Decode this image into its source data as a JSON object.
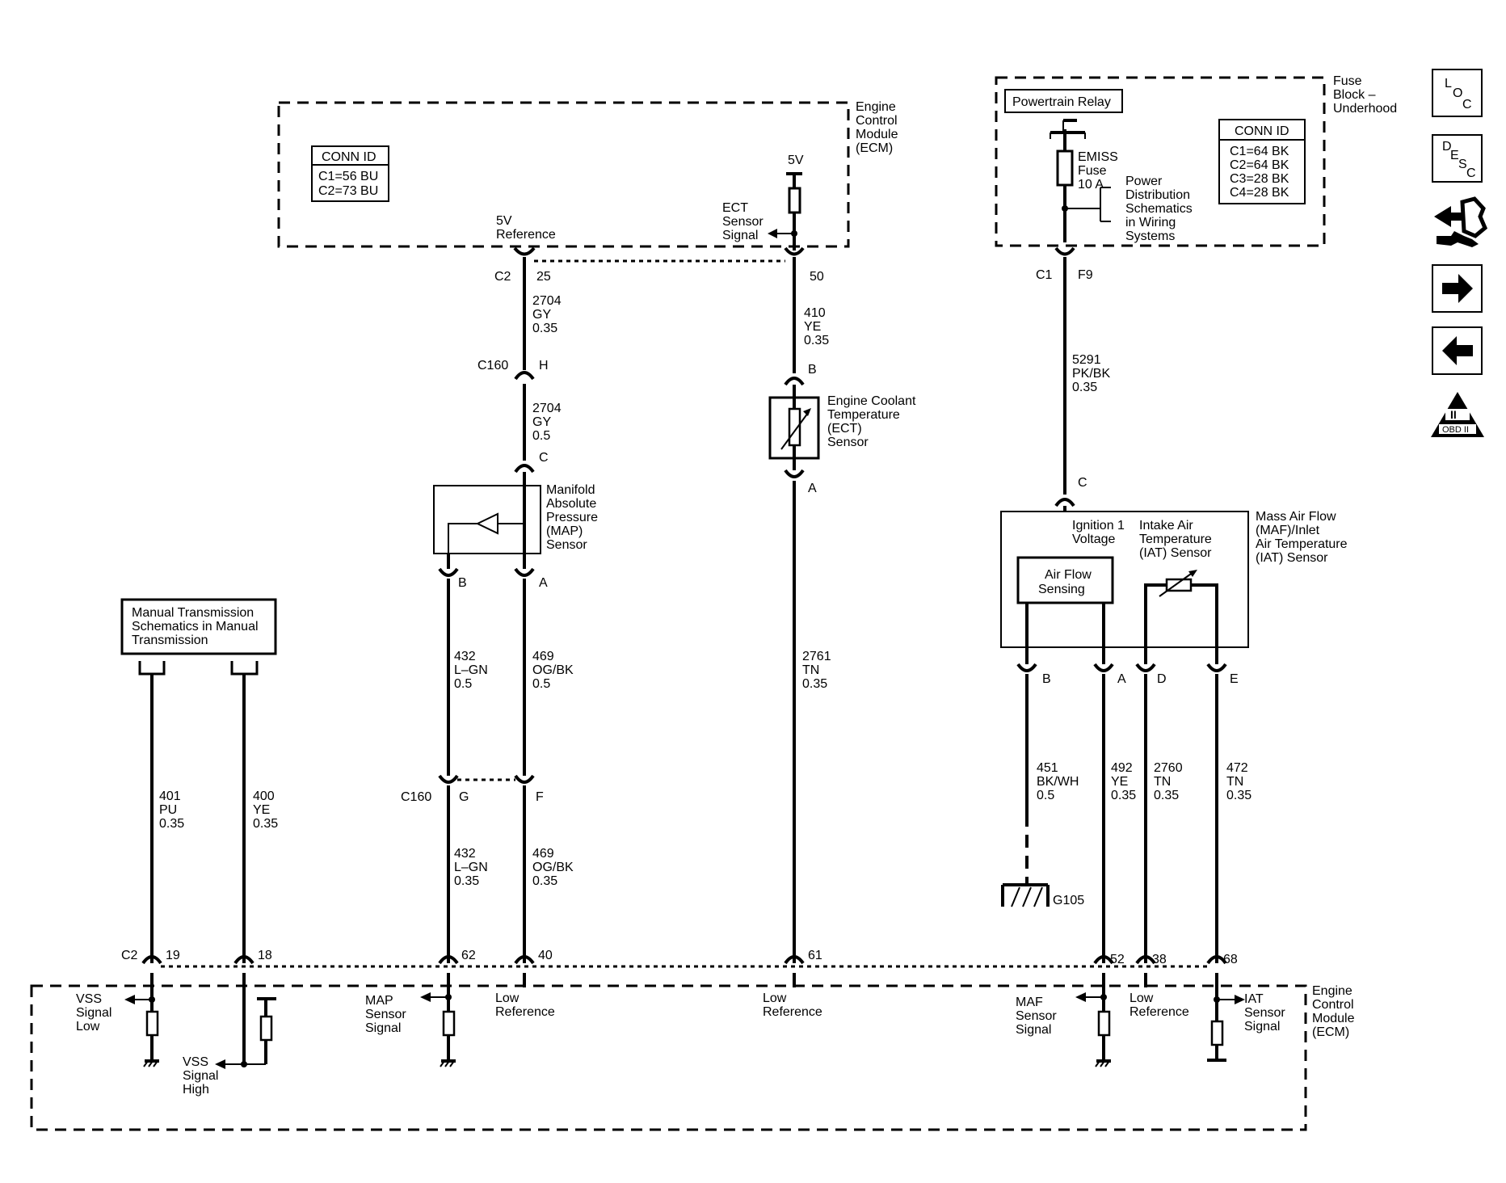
{
  "ecm_top": {
    "title": [
      "Engine",
      "Control",
      "Module",
      "(ECM)"
    ],
    "conn_id_title": "CONN ID",
    "conn_ids": [
      "C1=56 BU",
      "C2=73 BU"
    ],
    "ref5v_label": [
      "5V",
      "Reference"
    ],
    "ect_label": [
      "ECT",
      "Sensor",
      "Signal"
    ],
    "supply": "5V",
    "connector": "C2",
    "pins": [
      "25",
      "50"
    ]
  },
  "fuse_block": {
    "title": [
      "Fuse",
      "Block –",
      "Underhood"
    ],
    "relay": "Powertrain Relay",
    "fuse": [
      "EMISS",
      "Fuse",
      "10 A"
    ],
    "power_note": [
      "Power",
      "Distribution",
      "Schematics",
      "in Wiring",
      "Systems"
    ],
    "conn_id_title": "CONN ID",
    "conn_ids": [
      "C1=64 BK",
      "C2=64 BK",
      "C3=28 BK",
      "C4=28 BK"
    ],
    "connector": "C1",
    "pin": "F9"
  },
  "wires": {
    "w2704a": [
      "2704",
      "GY",
      "0.35"
    ],
    "w2704b": [
      "2704",
      "GY",
      "0.5"
    ],
    "w410": [
      "410",
      "YE",
      "0.35"
    ],
    "w5291": [
      "5291",
      "PK/BK",
      "0.35"
    ],
    "w432a": [
      "432",
      "L–GN",
      "0.5"
    ],
    "w469a": [
      "469",
      "OG/BK",
      "0.5"
    ],
    "w432b": [
      "432",
      "L–GN",
      "0.35"
    ],
    "w469b": [
      "469",
      "OG/BK",
      "0.35"
    ],
    "w2761": [
      "2761",
      "TN",
      "0.35"
    ],
    "w401": [
      "401",
      "PU",
      "0.35"
    ],
    "w400": [
      "400",
      "YE",
      "0.35"
    ],
    "w451": [
      "451",
      "BK/WH",
      "0.5"
    ],
    "w492": [
      "492",
      "YE",
      "0.35"
    ],
    "w2760": [
      "2760",
      "TN",
      "0.35"
    ],
    "w472": [
      "472",
      "TN",
      "0.35"
    ]
  },
  "c160": {
    "name": "C160",
    "pin_h": "H",
    "pin_g": "G",
    "pin_f": "F"
  },
  "map_sensor": {
    "label": [
      "Manifold",
      "Absolute",
      "Pressure",
      "(MAP)",
      "Sensor"
    ],
    "pin_c": "C",
    "pin_b": "B",
    "pin_a": "A"
  },
  "ect_sensor": {
    "label": [
      "Engine Coolant",
      "Temperature",
      "(ECT)",
      "Sensor"
    ],
    "pin_b": "B",
    "pin_a": "A"
  },
  "maf_sensor": {
    "label": [
      "Mass Air Flow",
      "(MAF)/Inlet",
      "Air Temperature",
      "(IAT) Sensor"
    ],
    "ignition": [
      "Ignition 1",
      "Voltage"
    ],
    "iat": [
      "Intake Air",
      "Temperature",
      "(IAT) Sensor"
    ],
    "airflow": [
      "Air Flow",
      "Sensing"
    ],
    "pin_c": "C",
    "pins": [
      "B",
      "A",
      "D",
      "E"
    ]
  },
  "manual_trans": {
    "label": [
      "Manual Transmission",
      "Schematics in Manual",
      "Transmission"
    ]
  },
  "ground": "G105",
  "ecm_bottom": {
    "title": [
      "Engine",
      "Control",
      "Module",
      "(ECM)"
    ],
    "connector": "C2",
    "pins": [
      "19",
      "18",
      "62",
      "40",
      "61",
      "52",
      "38",
      "68"
    ],
    "vss_low": [
      "VSS",
      "Signal",
      "Low"
    ],
    "vss_high": [
      "VSS",
      "Signal",
      "High"
    ],
    "map_signal": [
      "MAP",
      "Sensor",
      "Signal"
    ],
    "low_ref": [
      "Low",
      "Reference"
    ],
    "maf_signal": [
      "MAF",
      "Sensor",
      "Signal"
    ],
    "iat_signal": [
      "IAT",
      "Sensor",
      "Signal"
    ]
  },
  "nav": {
    "loc": [
      "L",
      "O",
      "C"
    ],
    "desc": [
      "D",
      "E",
      "S",
      "C"
    ],
    "obd": [
      "II",
      "OBD II"
    ]
  }
}
